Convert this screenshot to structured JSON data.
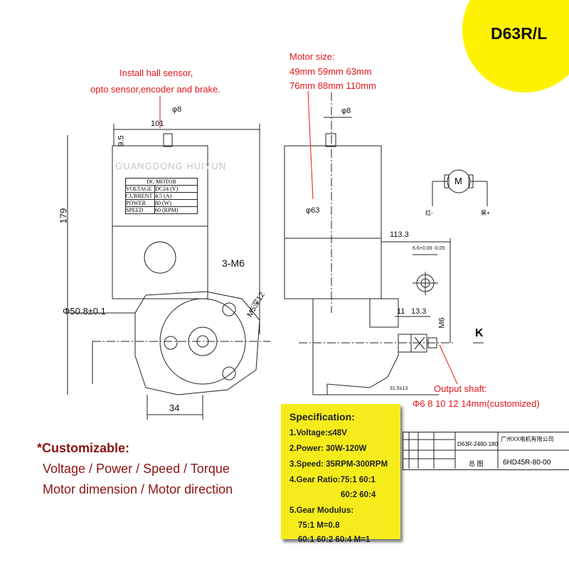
{
  "badge": {
    "label": "D63R/L",
    "color": "#fff200"
  },
  "notes": {
    "sensor": [
      "Install hall sensor,",
      "opto sensor,encoder and brake."
    ],
    "motor_size": [
      "Motor size:",
      "49mm 59mm 63mm",
      "76mm 88mm 110mm"
    ],
    "output_shaft": [
      "Output shaft:",
      "Φ6  8  10  12  14mm(customized)"
    ]
  },
  "nameplate": {
    "title": "DC MOTOR",
    "rows": [
      {
        "k": "VOLTAGE",
        "v": "DC24  (V)"
      },
      {
        "k": "CURRENT",
        "v": "4.5   (A)"
      },
      {
        "k": "POWER",
        "v": "80    (W)"
      },
      {
        "k": "SPEED",
        "v": "60  (RPM)"
      }
    ]
  },
  "watermark": "GUANGDONG HUIYUN",
  "dimensions": {
    "shaft_left": "φ8",
    "width_101": "101",
    "h_9_5": "9.5",
    "height_179": "179",
    "holes": "3-M6",
    "flange": "Φ50.8±0.1",
    "m5": "M5深12",
    "w_34": "34",
    "shaft_mid": "φ8",
    "dia_63": "φ63",
    "len_113": "113.3",
    "d_11": "11",
    "d_13": "13.3",
    "m6": "M6",
    "view_k": "K",
    "d_31": "31.5±13",
    "tol": "6.6+0.00 -0.05"
  },
  "schematic": {
    "symbol": "M",
    "left_label": "红-",
    "right_label": "黑+"
  },
  "customizable": {
    "title": "*Customizable:",
    "lines": [
      "Voltage / Power / Speed / Torque",
      "Motor dimension / Motor direction"
    ]
  },
  "specification": {
    "title": "Specification:",
    "lines": [
      "1.Voltage:≤48V",
      "2.Power:  30W-120W",
      "3.Speed: 35RPM-300RPM",
      "4.Gear Ratio:75:1 60:1",
      "60:2  60:4",
      "5.Gear Modulus:",
      "75:1  M=0.8",
      "60:1  60:2 60:4   M=1"
    ]
  },
  "title_block": {
    "drawing_no": "D63R-2480-180",
    "company": "广州XX电机有限公司",
    "name": "总 图",
    "part_no": "6HD45R-80-00"
  }
}
